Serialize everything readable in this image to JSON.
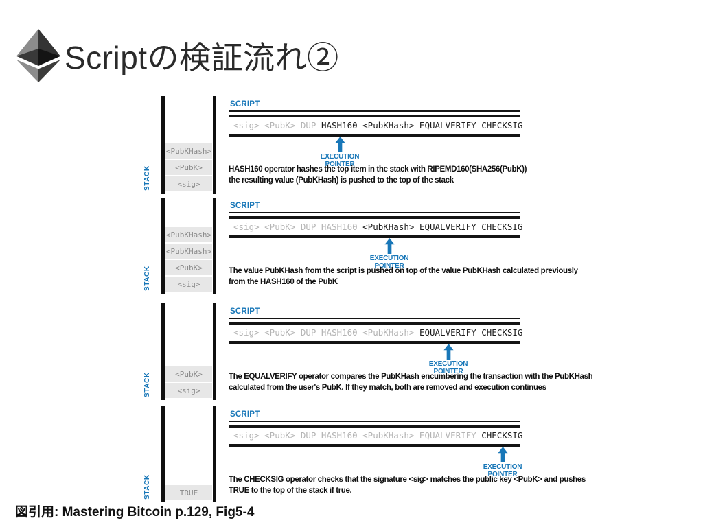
{
  "slide": {
    "title": "Scriptの検証流れ②",
    "caption": "図引用: Mastering Bitcoin p.129, Fig5-4",
    "logo_icon": "ethereum-logo-icon"
  },
  "colors": {
    "accent_blue": "#1877b8",
    "script_executed_gray": "#b4b4b4",
    "script_pending_black": "#1c1c1c",
    "stack_cell_bg": "#e7e7e7",
    "stack_cell_text": "#8a8a8a",
    "bar_black": "#0f0f0f"
  },
  "diagram": {
    "stack_label": "STACK",
    "script_label": "SCRIPT",
    "pointer_label": "EXECUTION\nPOINTER",
    "panels": [
      {
        "script_done": "<sig> <PubK> DUP ",
        "script_rest": "HASH160 <PubKHash> EQUALVERIFY CHECKSIG",
        "pointer_target": "HASH160",
        "stack": [
          "<PubKHash>",
          "<PubK>",
          "<sig>"
        ],
        "description": "HASH160 operator hashes the top item in the stack with RIPEMD160(SHA256(PubK))\nthe resulting value (PubKHash) is pushed to the top of the stack"
      },
      {
        "script_done": "<sig> <PubK> DUP HASH160 ",
        "script_rest": "<PubKHash> EQUALVERIFY CHECKSIG",
        "pointer_target": "<PubKHash>",
        "stack": [
          "<PubKHash>",
          "<PubKHash>",
          "<PubK>",
          "<sig>"
        ],
        "description": "The value PubKHash from the script is pushed on top of the value PubKHash calculated previously\nfrom the HASH160 of the PubK"
      },
      {
        "script_done": "<sig> <PubK> DUP HASH160 <PubKHash> ",
        "script_rest": "EQUALVERIFY CHECKSIG",
        "pointer_target": "EQUALVERIFY",
        "stack": [
          "<PubK>",
          "<sig>"
        ],
        "description": "The EQUALVERIFY operator compares the PubKHash encumbering the transaction with the PubKHash\ncalculated from the user's PubK. If they match, both are removed and execution continues"
      },
      {
        "script_done": "<sig> <PubK> DUP HASH160 <PubKHash> EQUALVERIFY ",
        "script_rest": "CHECKSIG",
        "pointer_target": "CHECKSIG",
        "stack": [
          "TRUE"
        ],
        "description": "The CHECKSIG operator checks that the signature <sig> matches the public key <PubK> and pushes\nTRUE to the top of the stack if true."
      }
    ]
  }
}
